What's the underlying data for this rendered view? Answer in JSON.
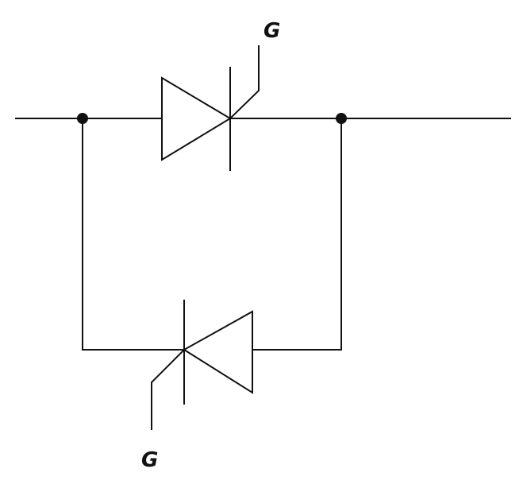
{
  "diagram": {
    "type": "circuit-schematic",
    "components": [
      {
        "kind": "thyristor",
        "orientation": "pointing-right",
        "gate": "G"
      },
      {
        "kind": "thyristor",
        "orientation": "pointing-left",
        "gate": "G"
      }
    ],
    "junctions": 2,
    "labels": {
      "gate_top": "G",
      "gate_bottom": "G"
    },
    "colors": {
      "line": "#111111",
      "background": "#ffffff"
    }
  }
}
